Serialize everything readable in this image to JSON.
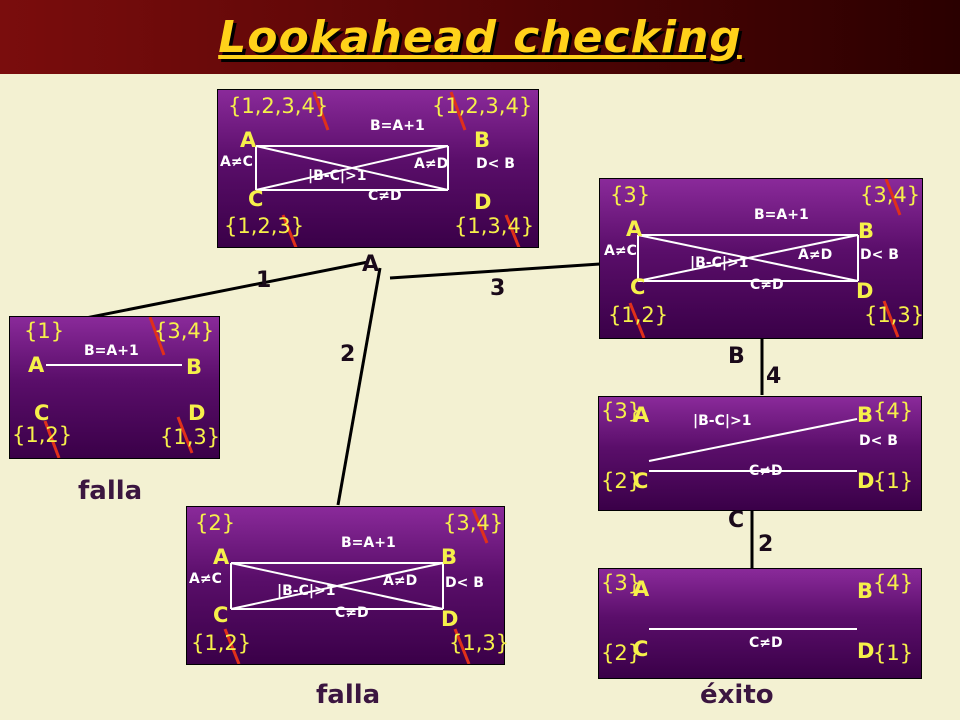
{
  "title": "Lookahead checking",
  "box_a": {
    "A": "A",
    "B": "B",
    "C": "C",
    "D": "D",
    "dom_A": "{1,2,3,4}",
    "dom_B": "{1,2,3,4}",
    "dom_C": "{1,2,3}",
    "dom_D": "{1,3,4}",
    "c_ab": "B=A+1",
    "c_ac": "A≠C",
    "c_ad": "A≠D",
    "c_bc": "|B-C|>1",
    "c_bd": "D< B",
    "c_cd": "C≠D"
  },
  "box_1": {
    "A": "A",
    "B": "B",
    "C": "C",
    "D": "D",
    "dom_A": "{1}",
    "dom_B": "{3,4}",
    "dom_C": "{1,2}",
    "dom_D": "{1,3}",
    "c_ab": "B=A+1"
  },
  "box_2": {
    "A": "A",
    "B": "B",
    "C": "C",
    "D": "D",
    "dom_A": "{2}",
    "dom_B": "{3,4}",
    "dom_C": "{1,2}",
    "dom_D": "{1,3}",
    "c_ab": "B=A+1",
    "c_ac": "A≠C",
    "c_ad": "A≠D",
    "c_bc": "|B-C|>1",
    "c_bd": "D< B",
    "c_cd": "C≠D"
  },
  "box_3": {
    "A": "A",
    "B": "B",
    "C": "C",
    "D": "D",
    "dom_A": "{3}",
    "dom_B": "{3,4}",
    "dom_C": "{1,2}",
    "dom_D": "{1,3}",
    "c_ab": "B=A+1",
    "c_ac": "A≠C",
    "c_ad": "A≠D",
    "c_bc": "|B-C|>1",
    "c_bd": "D< B",
    "c_cd": "C≠D"
  },
  "box_4": {
    "A": "A",
    "B": "B",
    "C": "C",
    "D": "D",
    "dom_A": "{3}",
    "dom_B": "{4}",
    "dom_C": "{2}",
    "dom_D": "{1}",
    "c_bc": "|B-C|>1",
    "c_bd": "D< B",
    "c_cd": "C≠D"
  },
  "box_5": {
    "A": "A",
    "B": "B",
    "C": "C",
    "D": "D",
    "dom_A": "{3}",
    "dom_B": "{4}",
    "dom_C": "{2}",
    "dom_D": "{1}",
    "c_cd": "C≠D"
  },
  "tree": {
    "node_a": "A",
    "node_b": "B",
    "node_c": "C",
    "edge_1": "1",
    "edge_2": "2",
    "edge_3": "3",
    "edge_4": "4",
    "edge_c2": "2"
  },
  "results": {
    "fail_left": "falla",
    "fail_mid": "falla",
    "success": "éxito"
  }
}
